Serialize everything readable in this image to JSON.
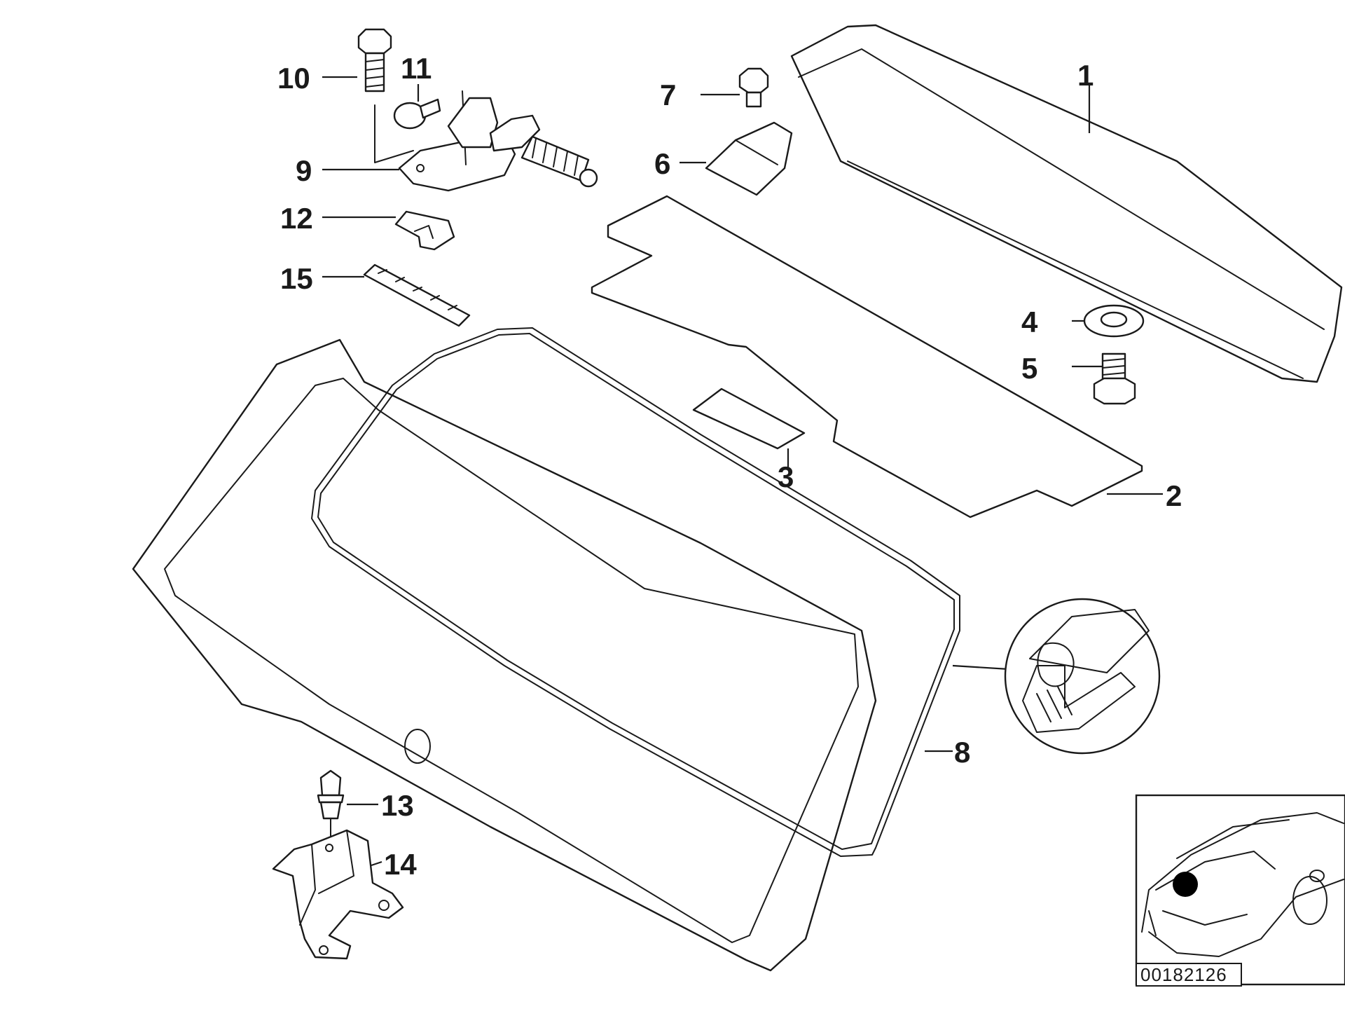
{
  "diagram": {
    "reference_number": "00182126",
    "callouts": [
      {
        "id": "1",
        "label": "1"
      },
      {
        "id": "2",
        "label": "2"
      },
      {
        "id": "3",
        "label": "3"
      },
      {
        "id": "4",
        "label": "4"
      },
      {
        "id": "5",
        "label": "5"
      },
      {
        "id": "6",
        "label": "6"
      },
      {
        "id": "7",
        "label": "7"
      },
      {
        "id": "8",
        "label": "8"
      },
      {
        "id": "9",
        "label": "9"
      },
      {
        "id": "10",
        "label": "10"
      },
      {
        "id": "11",
        "label": "11"
      },
      {
        "id": "12",
        "label": "12"
      },
      {
        "id": "13",
        "label": "13"
      },
      {
        "id": "14",
        "label": "14"
      },
      {
        "id": "15",
        "label": "15"
      }
    ]
  }
}
